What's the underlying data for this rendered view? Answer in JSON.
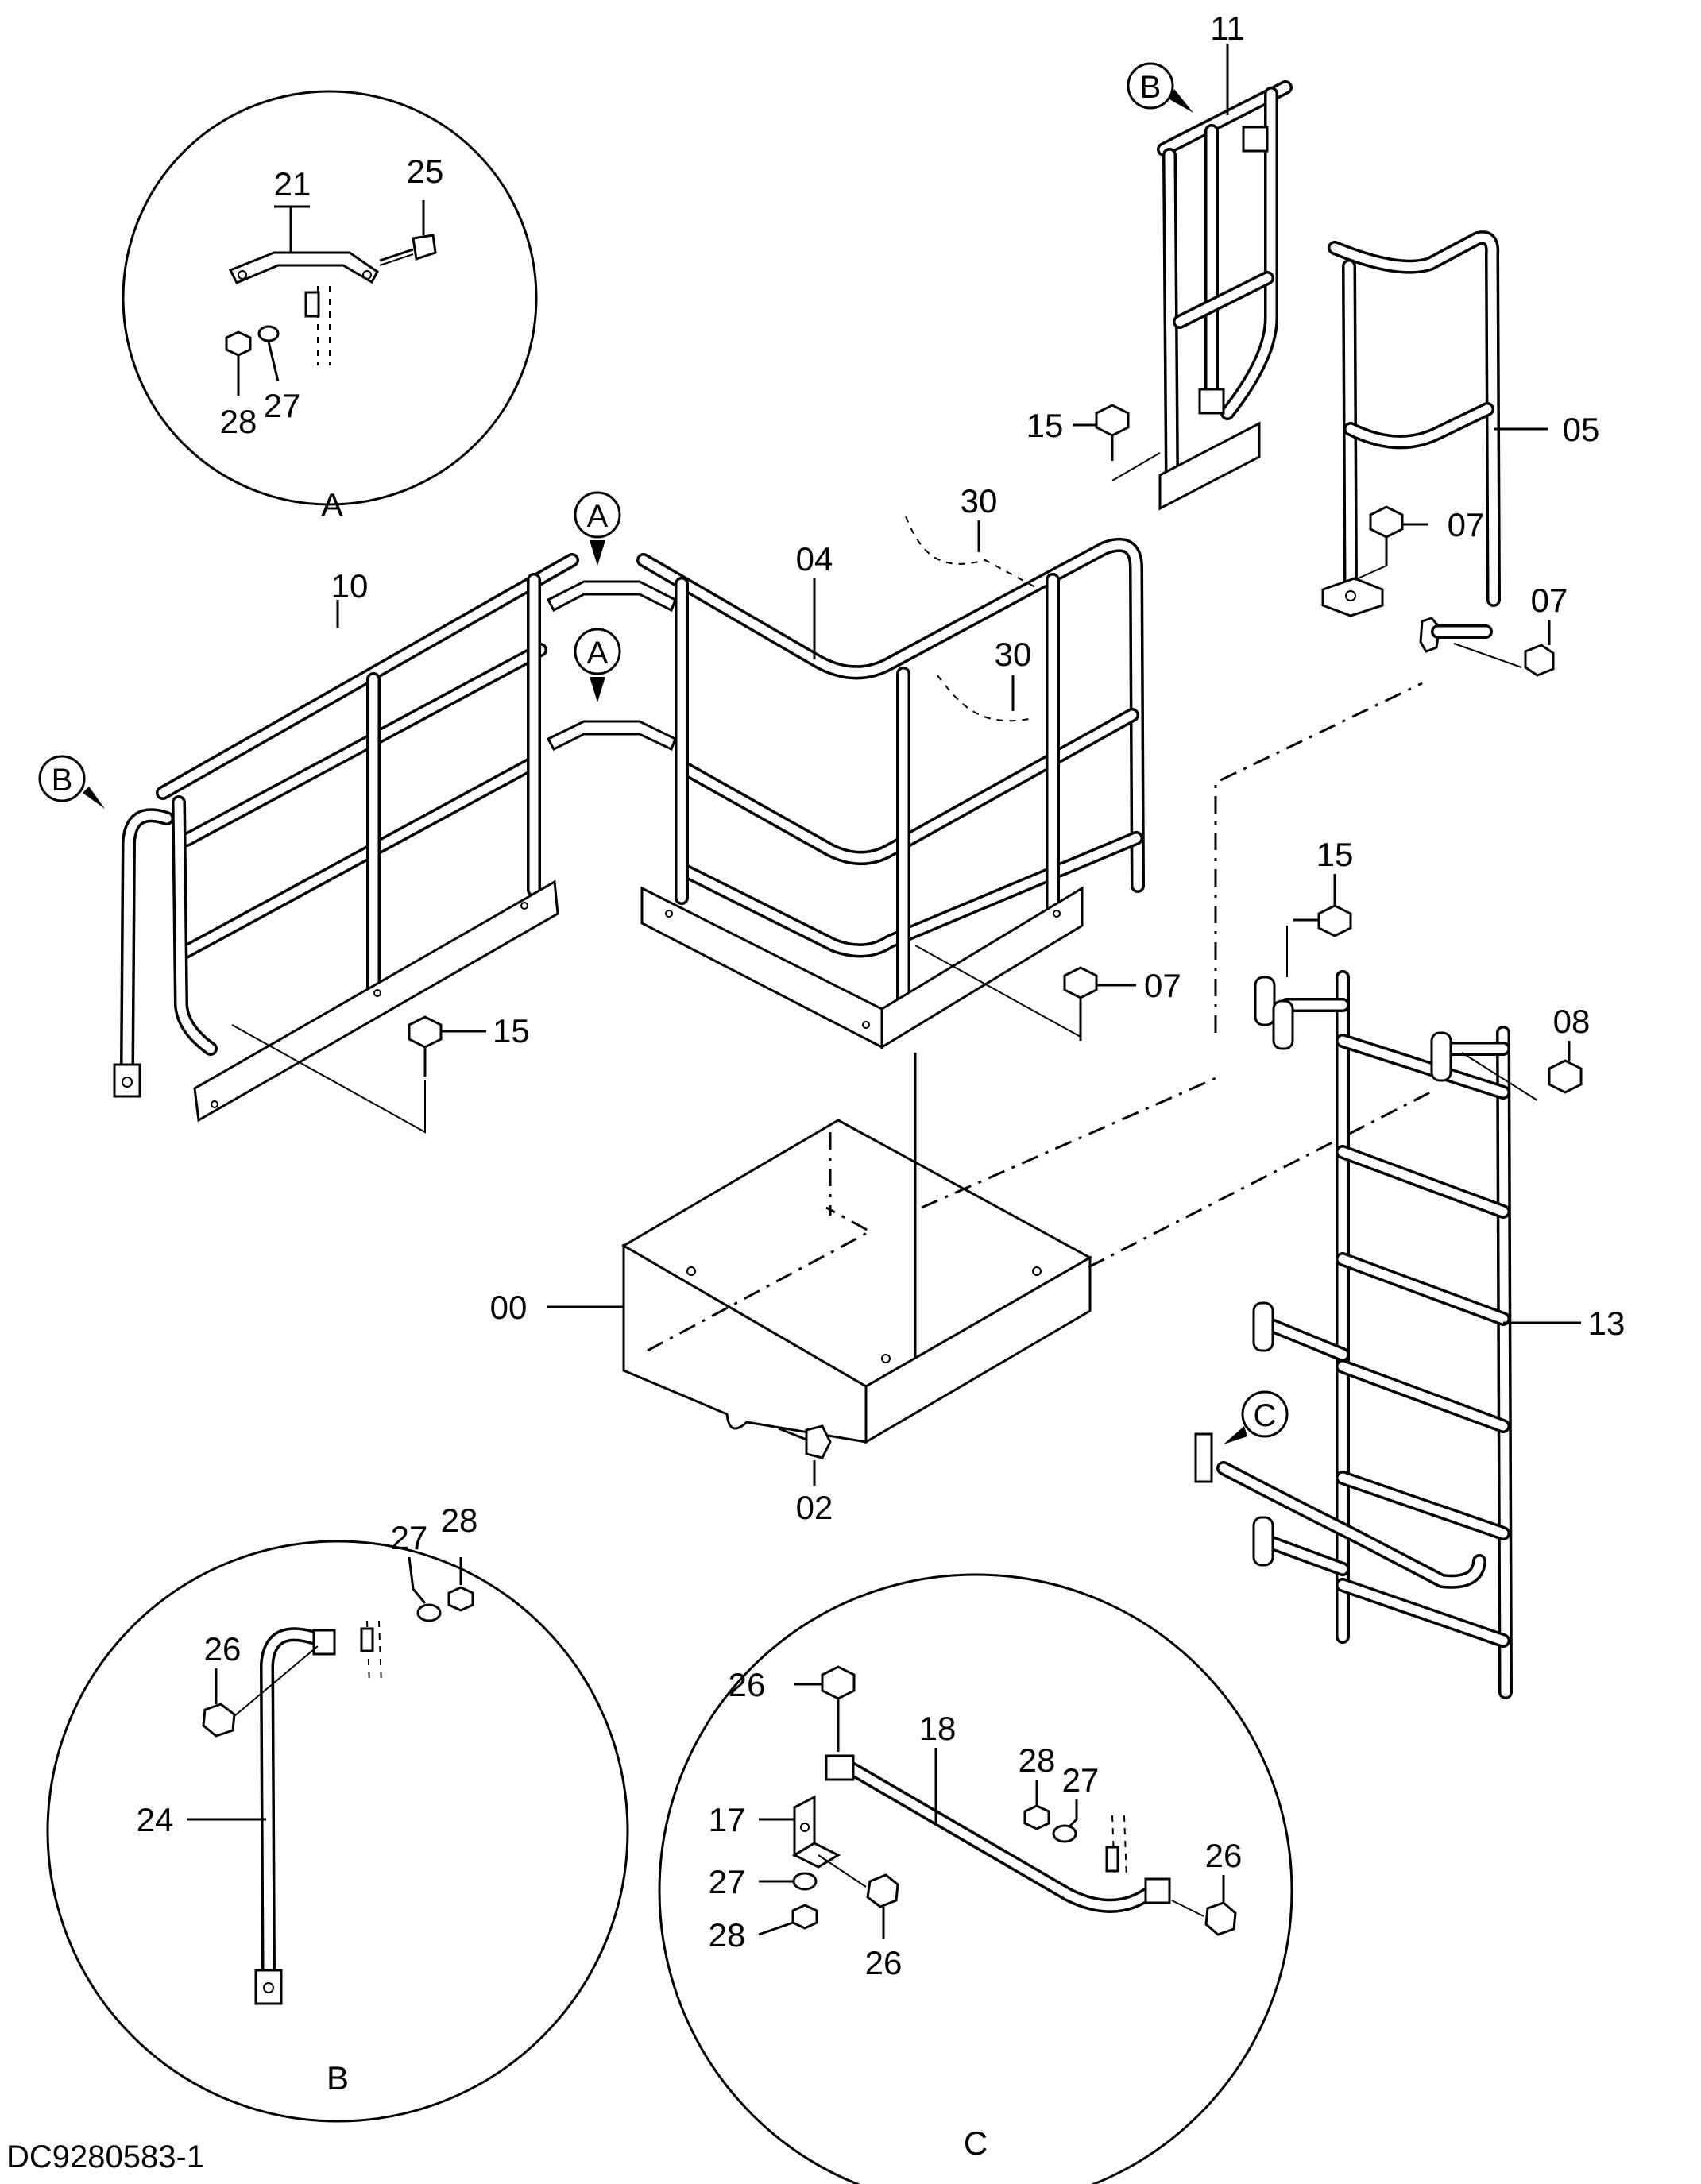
{
  "drawing": {
    "doc_number": "DC9280583-1",
    "part_labels": {
      "p00": "00",
      "p02": "02",
      "p04": "04",
      "p05": "05",
      "p07a": "07",
      "p07b": "07",
      "p07c": "07",
      "p08": "08",
      "p10": "10",
      "p11": "11",
      "p13": "13",
      "p15a": "15",
      "p15b": "15",
      "p15c": "15",
      "p30a": "30",
      "p30b": "30"
    },
    "reference_markers": {
      "a1": "A",
      "a2": "A",
      "b1": "B",
      "b2": "B",
      "c1": "C"
    },
    "detail_a": {
      "title": "A",
      "labels": {
        "p21": "21",
        "p25": "25",
        "p27": "27",
        "p28": "28"
      }
    },
    "detail_b": {
      "title": "B",
      "labels": {
        "p24": "24",
        "p26": "26",
        "p27": "27",
        "p28": "28"
      }
    },
    "detail_c": {
      "title": "C",
      "labels": {
        "p17": "17",
        "p18": "18",
        "p26a": "26",
        "p26b": "26",
        "p26c": "26",
        "p27a": "27",
        "p27b": "27",
        "p28a": "28",
        "p28b": "28"
      }
    }
  }
}
